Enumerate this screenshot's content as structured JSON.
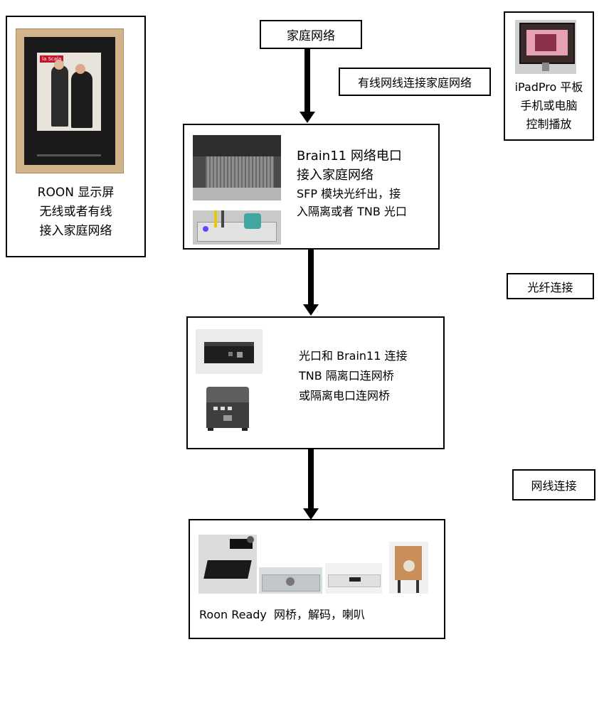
{
  "top_label": "家庭网络",
  "arrow_labels": {
    "wired": "有线网线连接家庭网络",
    "fiber": "光纤连接",
    "ethernet": "网线连接"
  },
  "roon_display": {
    "lines": [
      "ROON 显示屏",
      "无线或者有线",
      "接入家庭网络"
    ],
    "screen_logo": "la Scala"
  },
  "ipad": {
    "lines": [
      "iPadPro 平板",
      "手机或电脑",
      "控制播放"
    ]
  },
  "brain11": {
    "lines": [
      "Brain11 网络电口",
      "接入家庭网络",
      "SFP 模块光纤出，接",
      "入隔离或者 TNB 光口"
    ]
  },
  "isolator": {
    "lines": [
      "光口和 Brain11 连接",
      "TNB 隔离口连网桥",
      "或隔离电口连网桥"
    ]
  },
  "endpoint": {
    "caption": "Roon Ready  网桥，解码，喇叭"
  }
}
